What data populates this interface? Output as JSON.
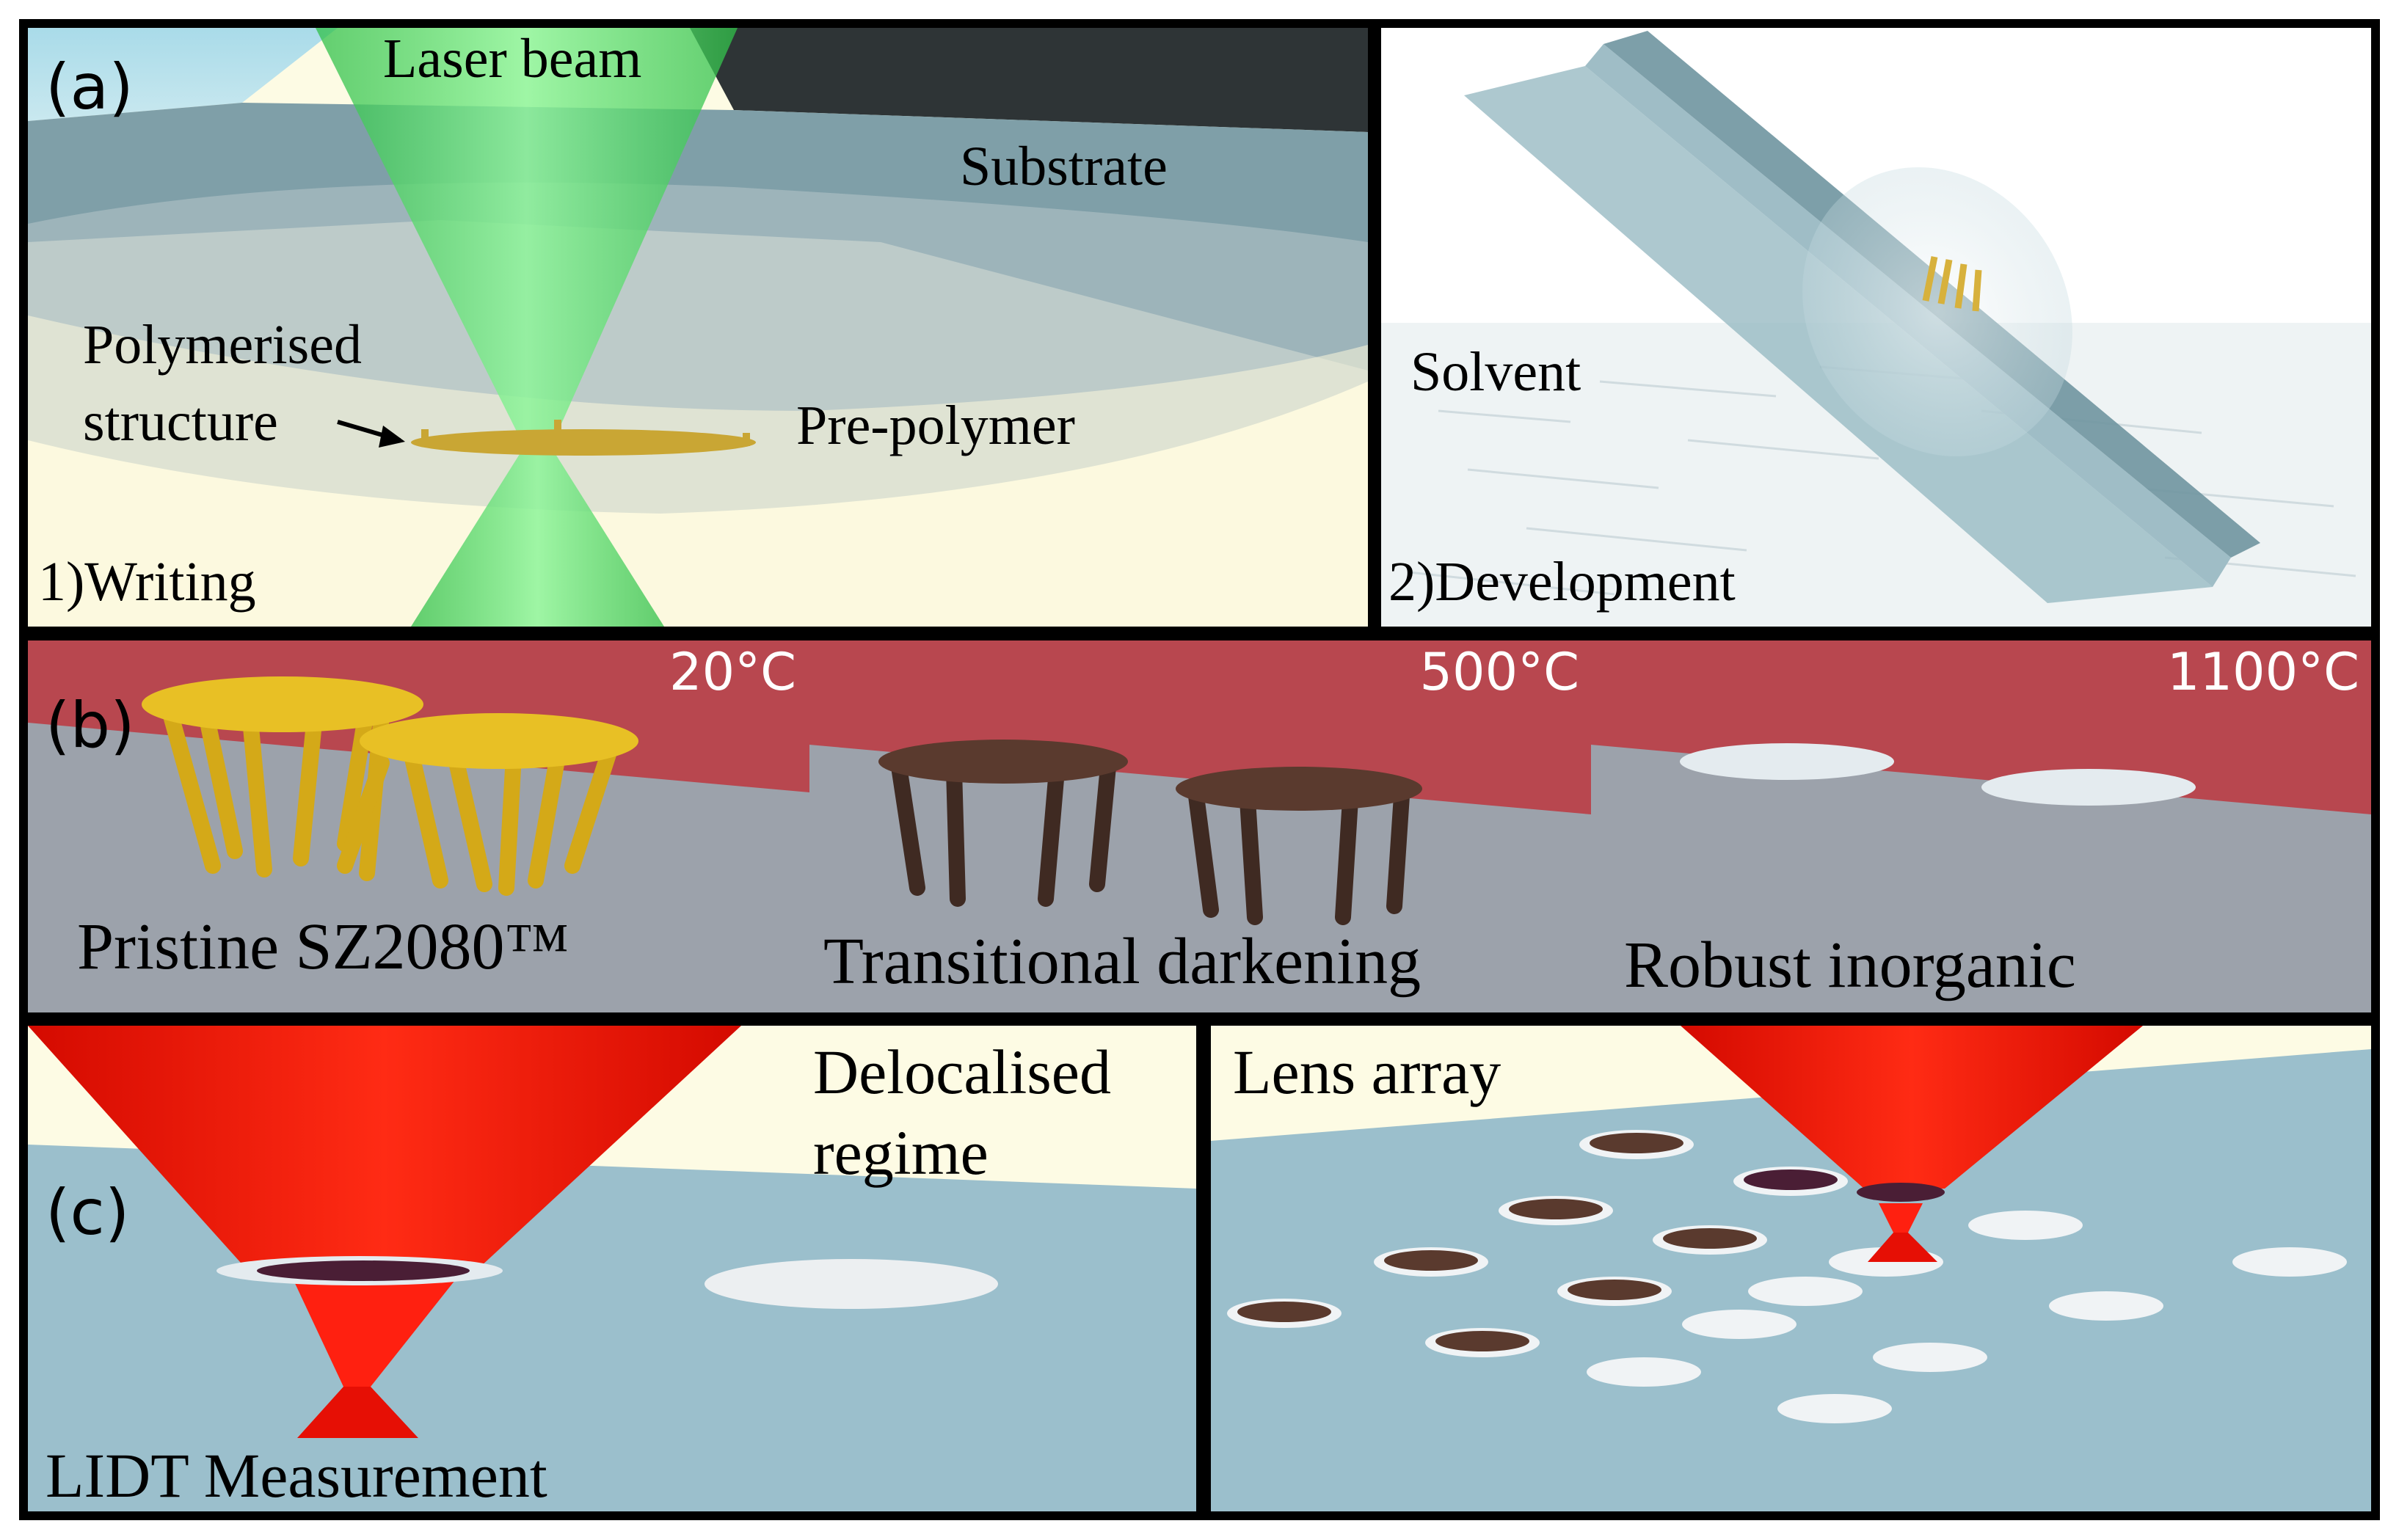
{
  "panel_a": {
    "tag": "(a)",
    "laser_beam": "Laser beam",
    "substrate": "Substrate",
    "polymerised": "Polymerised",
    "structure": "structure",
    "pre_polymer": "Pre-polymer",
    "writing": "1)Writing",
    "solvent": "Solvent",
    "development": "2)Development"
  },
  "panel_b": {
    "tag": "(b)",
    "temp_1": "20°C",
    "temp_2": "500°C",
    "temp_3": "1100°C",
    "label_1": "Pristine SZ2080™",
    "label_2": "Transitional darkening",
    "label_3": "Robust inorganic"
  },
  "panel_c": {
    "tag": "(c)",
    "delocalised_1": "Delocalised",
    "delocalised_2": "regime",
    "lidt": "LIDT Measurement",
    "lens_array": "Lens array"
  },
  "colors": {
    "frame": "#000000",
    "laser_green": "#3fd44f",
    "laser_red": "#ff1a0a",
    "substrate": "#7f9fa8",
    "prepolymer": "#fdfbe6",
    "heat_band": "#b8474f",
    "floor_grey": "#9ca2ab",
    "polymer_gold": "#e6be1f",
    "darkened": "#5a3a2e",
    "inorganic": "#e4ebef",
    "array_floor": "#9bbfcc"
  }
}
